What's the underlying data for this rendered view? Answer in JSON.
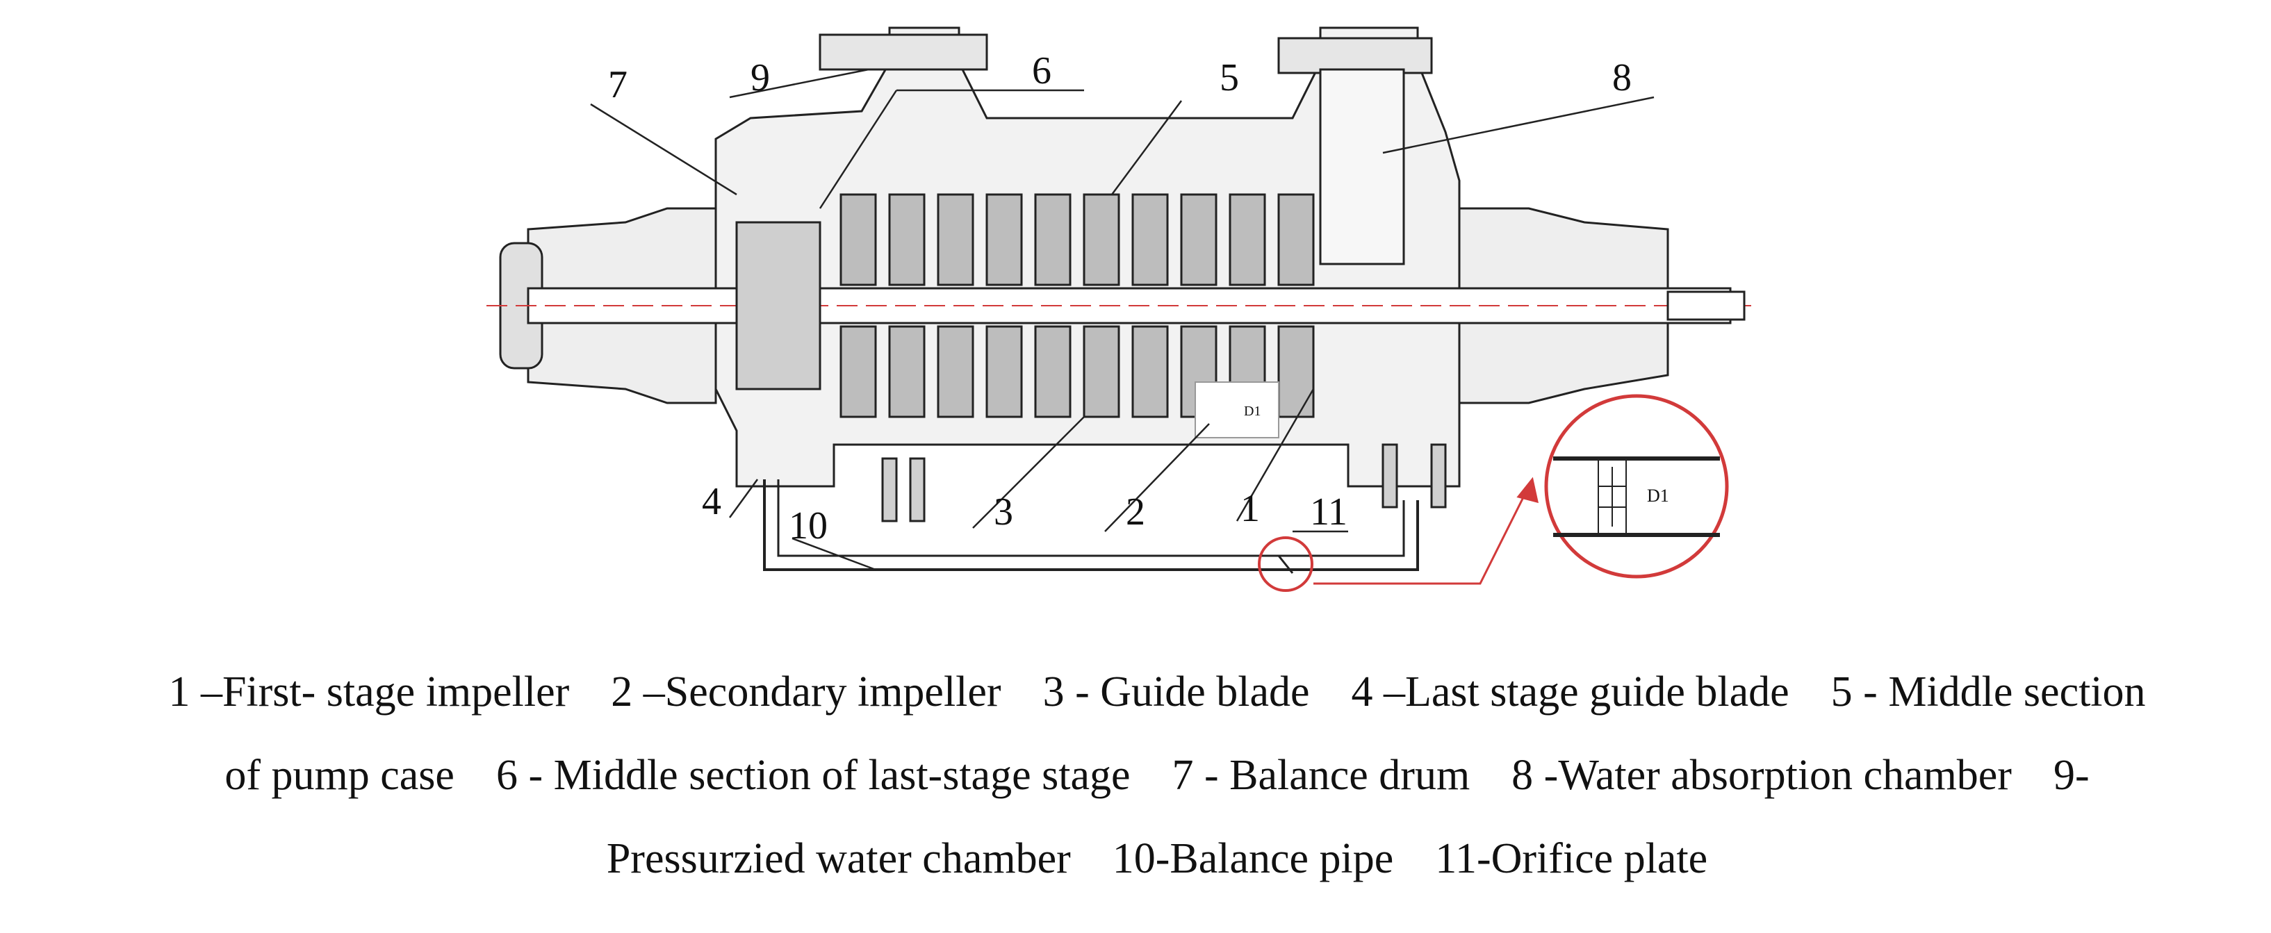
{
  "callouts": [
    "1",
    "2",
    "3",
    "4",
    "5",
    "6",
    "7",
    "8",
    "9",
    "10",
    "11"
  ],
  "inset_label": "D1",
  "dim_label": "D1",
  "legend": {
    "line1": [
      "1 –First- stage impeller",
      "2 –Secondary impeller",
      "3 - Guide blade",
      "4 –Last stage guide blade",
      "5 - Middle section"
    ],
    "line2": [
      "of pump case",
      "6 - Middle section of last-stage stage",
      "7 - Balance drum",
      "8 -Water absorption chamber",
      "9-"
    ],
    "line3": [
      "Pressurzied water chamber",
      "10-Balance pipe",
      "11-Orifice plate"
    ]
  },
  "colors": {
    "line": "#222222",
    "accent": "#d23a3a",
    "shade": "#d9d9d9",
    "dark": "#9a9a9a"
  }
}
